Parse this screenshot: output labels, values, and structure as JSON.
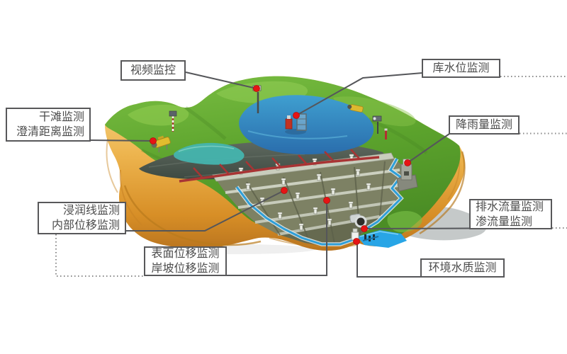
{
  "labels": {
    "video_surveillance": {
      "lines": [
        "视频监控"
      ]
    },
    "reservoir_water_level": {
      "lines": [
        "库水位监测"
      ]
    },
    "dry_beach": {
      "lines": [
        "干滩监测",
        "澄清距离监测"
      ]
    },
    "rainfall": {
      "lines": [
        "降雨量监测"
      ]
    },
    "phreatic_line": {
      "lines": [
        "浸润线监测",
        "内部位移监测"
      ]
    },
    "surface_displacement": {
      "lines": [
        "表面位移监测",
        "岸坡位移监测"
      ]
    },
    "drainage_flow": {
      "lines": [
        "排水流量监测",
        "渗流量监测"
      ]
    },
    "water_quality": {
      "lines": [
        "环境水质监测"
      ]
    }
  },
  "colors": {
    "label_border": "#58585a",
    "label_text": "#4c4c4c",
    "leader_line": "#55565a",
    "dotted_line": "#8a8a8a",
    "marker_dot": "#e61414",
    "grass": "#63a92f",
    "cliff_gold": "#e8a83c",
    "pond_blue": "#2f8ec4",
    "channel_blue": "#2f9fd8",
    "beach_gray": "#4c564e"
  },
  "scene": {
    "equipment": [
      "video-camera-pole",
      "water-level-gauge",
      "dry-beach-camera",
      "hill-camera",
      "rain-gauge-tower",
      "monitoring-posts",
      "red-slurry-pipeline",
      "drainage-channel",
      "seepage-culvert",
      "discharge-pool",
      "water-quality-station"
    ]
  }
}
